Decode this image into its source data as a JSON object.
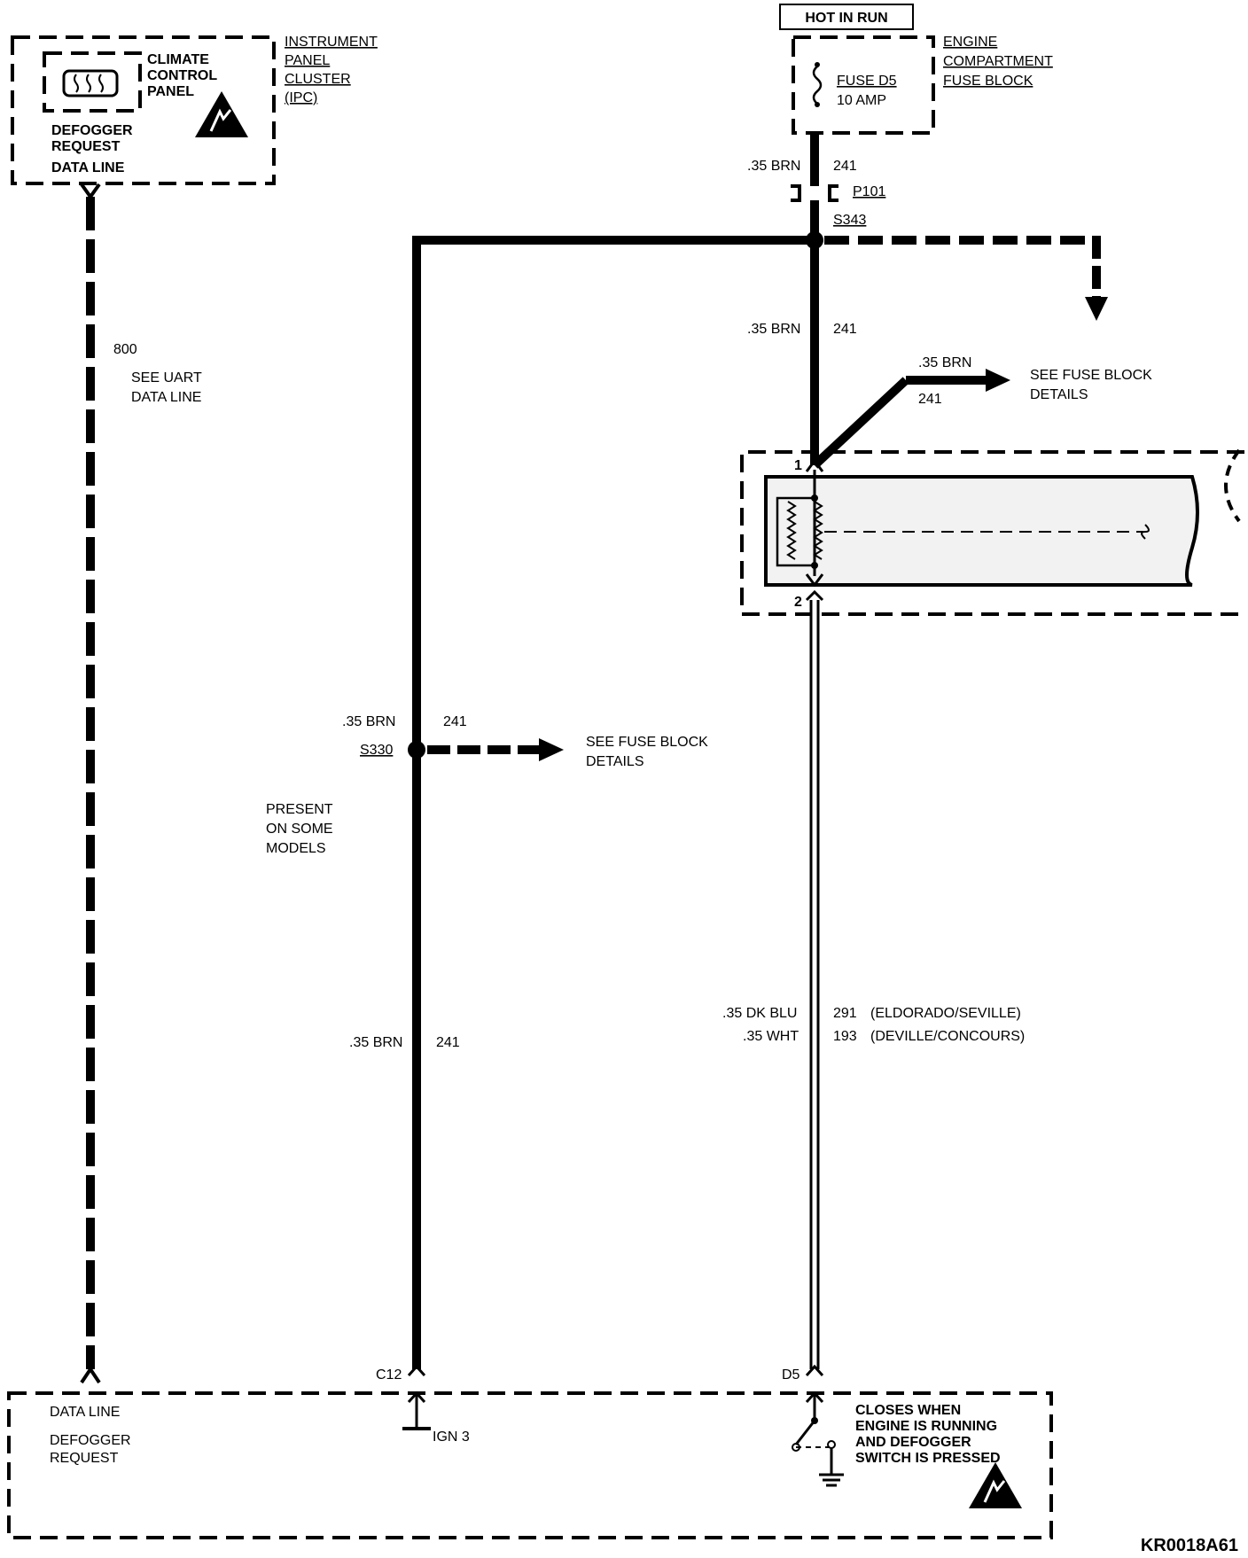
{
  "top": {
    "hot_in_run": "HOT IN RUN",
    "fuse_name": "FUSE D5",
    "fuse_rating": "10 AMP",
    "fuse_block_label": [
      "ENGINE",
      "COMPARTMENT",
      "FUSE BLOCK"
    ]
  },
  "ipc": {
    "label": [
      "INSTRUMENT",
      "PANEL",
      "CLUSTER",
      "(IPC)"
    ],
    "climate_panel": [
      "CLIMATE",
      "CONTROL",
      "PANEL"
    ],
    "defogger_request_data_line": [
      "DEFOGGER",
      "REQUEST",
      "DATA LINE"
    ]
  },
  "uart": {
    "circuit": "800",
    "note": [
      "SEE UART",
      "DATA LINE"
    ]
  },
  "wires": {
    "main_upper": {
      "gauge": ".35 BRN",
      "circuit": "241"
    },
    "main_mid": {
      "gauge": ".35 BRN",
      "circuit": "241"
    },
    "branch": {
      "gauge": ".35 BRN",
      "circuit": "241"
    },
    "left_mid": {
      "gauge": ".35 BRN",
      "circuit": "241"
    },
    "left_lower": {
      "gauge": ".35 BRN",
      "circuit": "241"
    },
    "lower_right_a": {
      "gauge": ".35 DK BLU",
      "circuit": "291",
      "models": "(ELDORADO/SEVILLE)"
    },
    "lower_right_b": {
      "gauge": ".35 WHT",
      "circuit": "193",
      "models": "(DEVILLE/CONCOURS)"
    }
  },
  "connectors": {
    "p101": "P101",
    "s343": "S343",
    "s330": "S330",
    "pin1": "1",
    "pin2": "2",
    "c12": "C12",
    "d5": "D5"
  },
  "notes": {
    "see_fuse_block_1": [
      "SEE FUSE BLOCK",
      "DETAILS"
    ],
    "see_fuse_block_2": [
      "SEE FUSE BLOCK",
      "DETAILS"
    ],
    "present_on_some": [
      "PRESENT",
      "ON SOME",
      "MODELS"
    ]
  },
  "bottom": {
    "data_line": "DATA LINE",
    "defogger_request": [
      "DEFOGGER",
      "REQUEST"
    ],
    "ign3": "IGN 3",
    "closes_when": [
      "CLOSES WHEN",
      "ENGINE IS RUNNING",
      "AND DEFOGGER",
      "SWITCH IS PRESSED"
    ]
  },
  "figure_code": "KR0018A61"
}
